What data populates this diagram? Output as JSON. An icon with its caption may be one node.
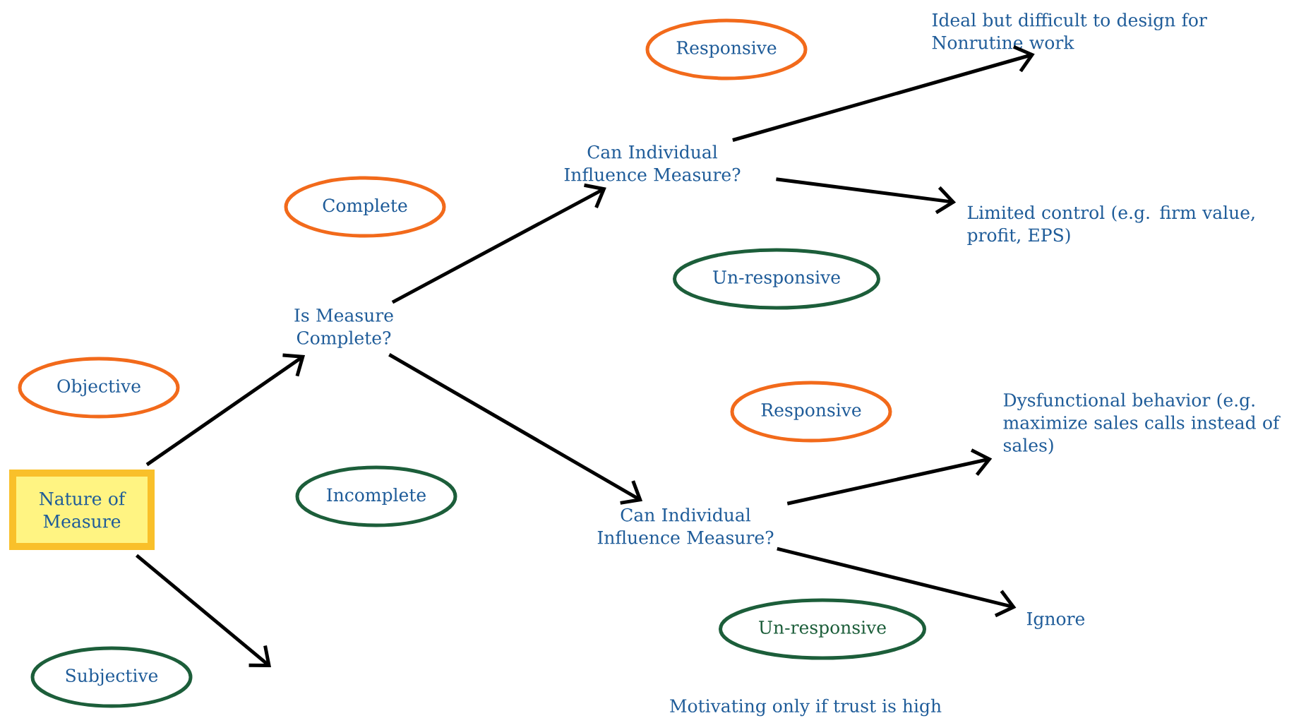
{
  "diagram": {
    "nodes": [
      {
        "text": [
          "Nature of Measure"
        ]
      },
      {
        "text": [
          "Objective"
        ]
      },
      {
        "text": [
          "Subjective"
        ]
      },
      {
        "text": [
          "Is Measure Complete?"
        ]
      },
      {
        "text": [
          "Complete"
        ]
      },
      {
        "text": [
          "Incomplete"
        ]
      },
      {
        "text": [
          "Can Individual Influence Measure?"
        ]
      },
      {
        "text": [
          "Can Individual Influence Measure?"
        ]
      },
      {
        "text": [
          "Responsive"
        ]
      },
      {
        "text": [
          "Un-responsive"
        ]
      },
      {
        "text": [
          "Ideal but difficult to design for Nonrutine work"
        ]
      },
      {
        "text": [
          "Limited control (e.g. firm value, profit, EPS)"
        ]
      },
      {
        "text": [
          "Responsive"
        ]
      },
      {
        "text": [
          "Un-responsive"
        ]
      },
      {
        "text": [
          "Dysfunctional behavior (e.g. maximize sales calls instead of sales)"
        ]
      },
      {
        "text": [
          "Ignore"
        ]
      }
    ],
    "edges": [
      {
        "from": 0,
        "to": 3,
        "arrow": "to"
      },
      {
        "from": 0,
        "to": null,
        "arrow": "to"
      },
      {
        "from": 3,
        "to": 6,
        "arrow": "to"
      },
      {
        "from": 3,
        "to": 7,
        "arrow": "to"
      },
      {
        "from": 6,
        "to": 10,
        "arrow": "to"
      },
      {
        "from": 6,
        "to": 11,
        "arrow": "to"
      },
      {
        "from": 7,
        "to": 14,
        "arrow": "to"
      },
      {
        "from": 7,
        "to": 15,
        "arrow": "to"
      }
    ],
    "labels": [
      "Motivating only if trust is high"
    ]
  }
}
